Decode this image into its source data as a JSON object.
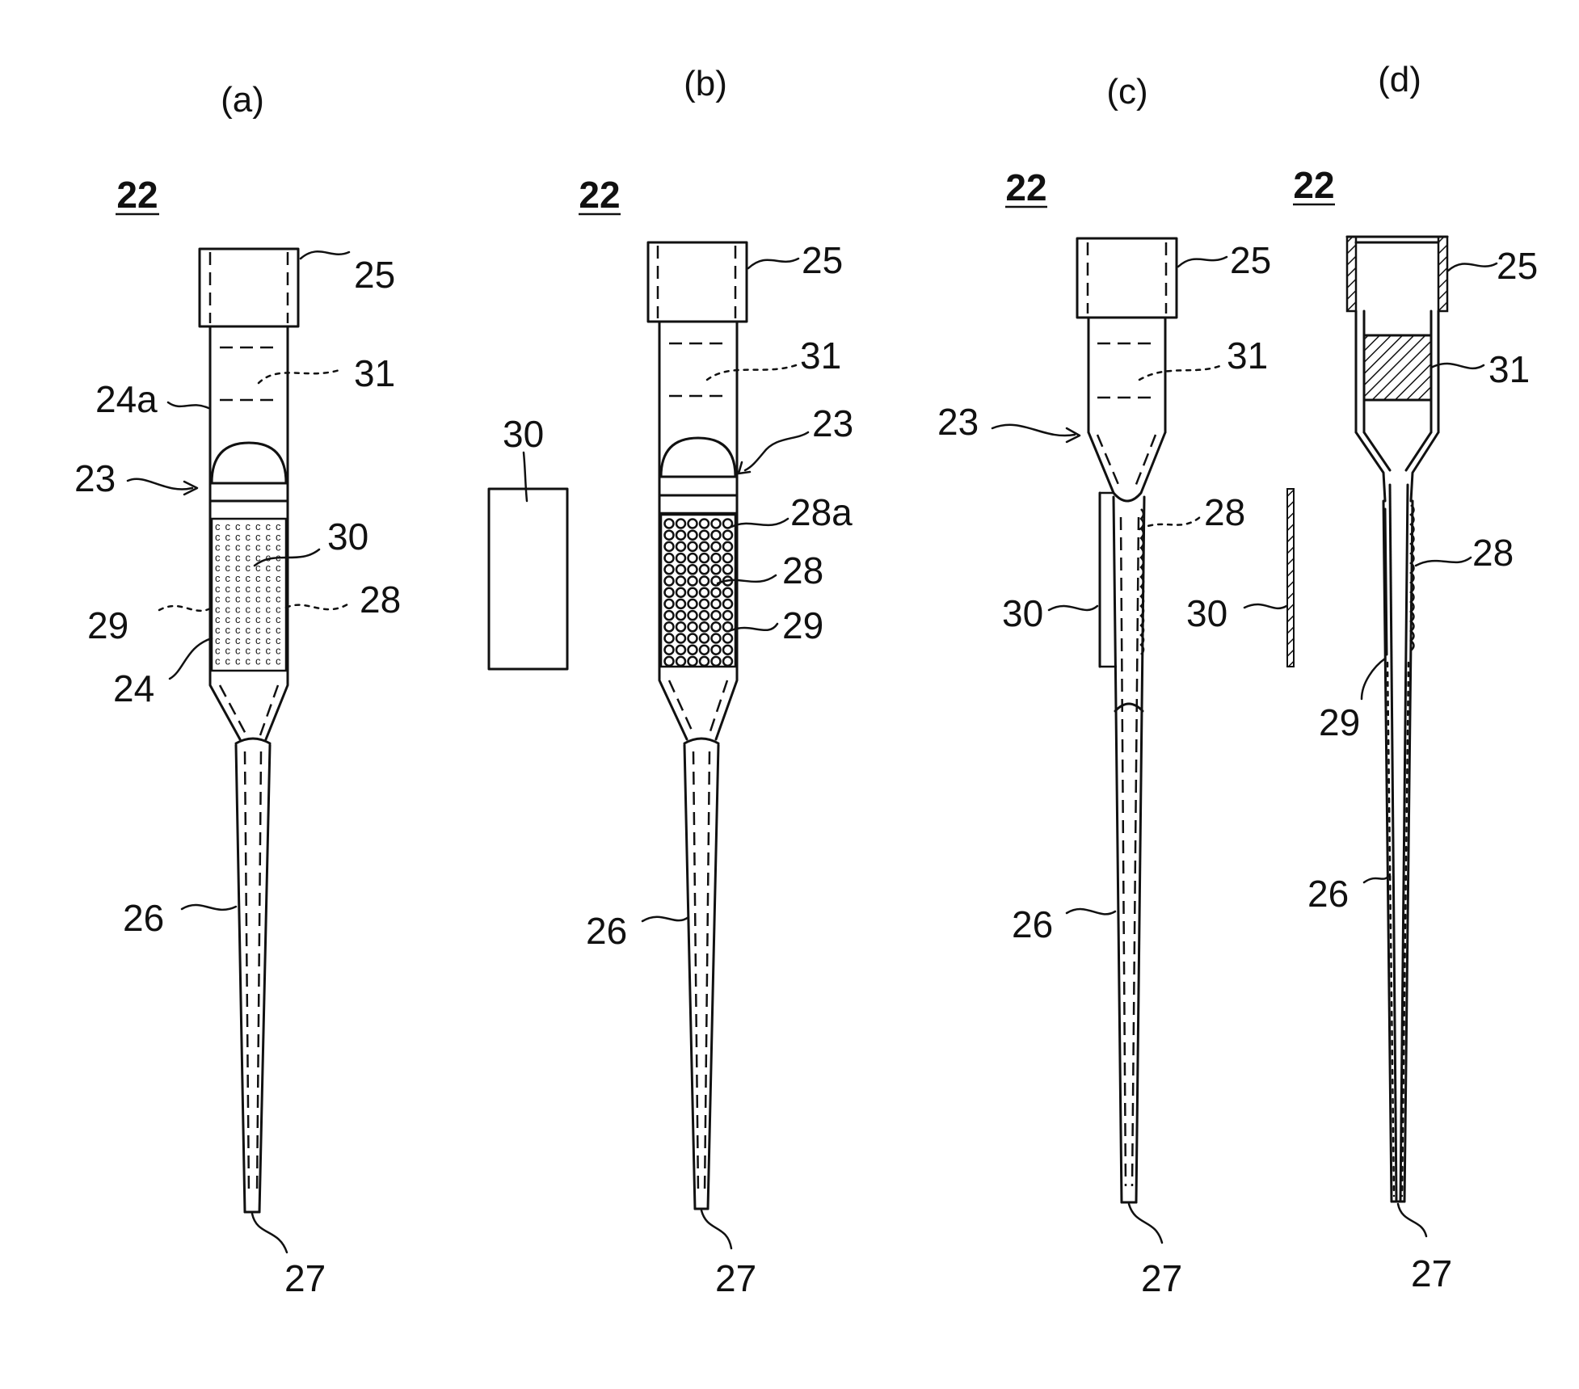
{
  "panels": [
    {
      "id": "a",
      "label": "(a)"
    },
    {
      "id": "b",
      "label": "(b)"
    },
    {
      "id": "c",
      "label": "(c)"
    },
    {
      "id": "d",
      "label": "(d)"
    }
  ],
  "ref_number": "22",
  "labels": {
    "cap": "25",
    "plug": "31",
    "joint": "23",
    "upper_wall": "24a",
    "sheet": "30",
    "pores": "28",
    "pores_a": "28a",
    "slot": "29",
    "barrel": "24",
    "nozzle": "26",
    "tip": "27"
  }
}
